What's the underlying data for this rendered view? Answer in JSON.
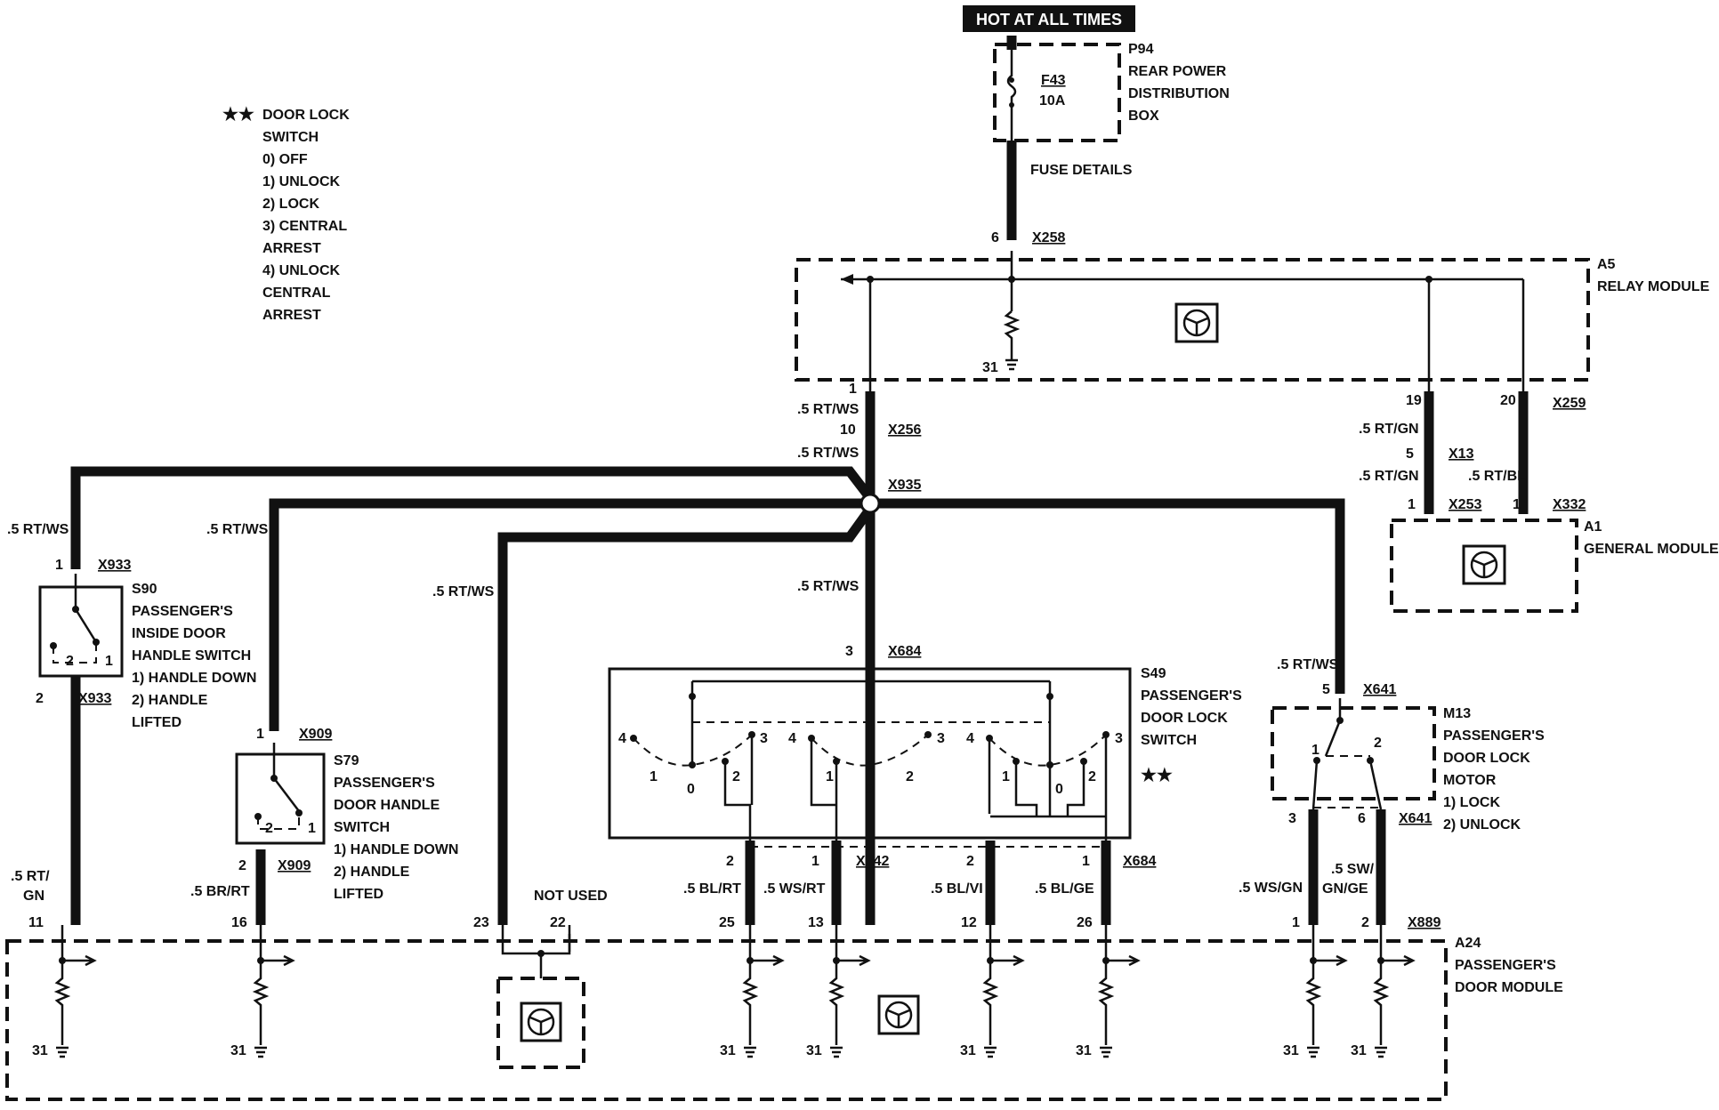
{
  "hot_label": "HOT AT ALL TIMES",
  "legend": {
    "stars": "★★",
    "lines": [
      "DOOR LOCK",
      "SWITCH",
      "0)   OFF",
      "1)   UNLOCK",
      "2)   LOCK",
      "3)   CENTRAL",
      "       ARREST",
      "4)   UNLOCK",
      "       CENTRAL",
      "       ARREST"
    ]
  },
  "p94": {
    "id": "P94",
    "lines": [
      "REAR POWER",
      "DISTRIBUTION",
      "BOX"
    ],
    "fuse": "F43",
    "amps": "10A",
    "fuse_details": "FUSE DETAILS"
  },
  "a5": {
    "id": "A5",
    "name": "RELAY MODULE"
  },
  "a1": {
    "id": "A1",
    "name": "GENERAL MODULE"
  },
  "a24": {
    "id": "A24",
    "lines": [
      "PASSENGER'S",
      "DOOR MODULE"
    ]
  },
  "s90": {
    "id": "S90",
    "lines": [
      "PASSENGER'S",
      "INSIDE DOOR",
      "HANDLE SWITCH",
      "1)   HANDLE DOWN",
      "2)   HANDLE",
      "       LIFTED"
    ]
  },
  "s79": {
    "id": "S79",
    "lines": [
      "PASSENGER'S",
      "DOOR HANDLE",
      "SWITCH",
      "1)   HANDLE DOWN",
      "2)   HANDLE",
      "       LIFTED"
    ]
  },
  "s49": {
    "id": "S49",
    "lines": [
      "PASSENGER'S",
      "DOOR LOCK",
      "SWITCH"
    ],
    "stars": "★★"
  },
  "m13": {
    "id": "M13",
    "lines": [
      "PASSENGER'S",
      "DOOR LOCK",
      "MOTOR",
      "1)   LOCK",
      "2)   UNLOCK"
    ]
  },
  "connectors": {
    "x258": "X258",
    "x256": "X256",
    "x935": "X935",
    "x13": "X13",
    "x259": "X259",
    "x253": "X253",
    "x332": "X332",
    "x933": "X933",
    "x909": "X909",
    "x684": "X684",
    "x742": "X742",
    "x641": "X641",
    "x889": "X889"
  },
  "wires": {
    "rtws": ".5 RT/WS",
    "rtgn": ".5 RT/GN",
    "rtbl": ".5 RT/BL",
    "rtgn2": ".5 RT/",
    "gn": "GN",
    "brrt": ".5 BR/RT",
    "blrt": ".5 BL/RT",
    "wsrt": ".5 WS/RT",
    "blvi": ".5 BL/VI",
    "blge": ".5 BL/GE",
    "wsgn": ".5 WS/GN",
    "swa": ".5 SW/",
    "swb": "GN/GE"
  },
  "pins": {
    "p6": "6",
    "p31": "31",
    "p1": "1",
    "p10": "10",
    "p19": "19",
    "p20": "20",
    "p5": "5",
    "p2": "2",
    "p3": "3",
    "p4": "4",
    "p0": "0",
    "p11": "11",
    "p16": "16",
    "p23": "23",
    "p22": "22",
    "p25": "25",
    "p13": "13",
    "p12": "12",
    "p26": "26"
  },
  "not_used": "NOT USED"
}
